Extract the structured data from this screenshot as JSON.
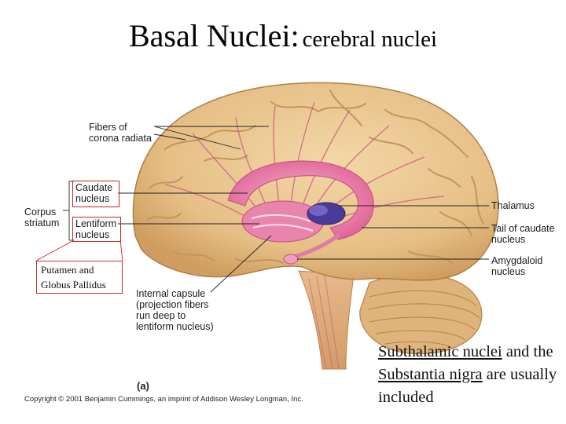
{
  "title": {
    "main": "Basal Nuclei:",
    "sub": "cerebral nuclei"
  },
  "labels": {
    "fibers_line1": "Fibers of",
    "fibers_line2": "corona radiata",
    "caudate_line1": "Caudate",
    "caudate_line2": "nucleus",
    "corpus_line1": "Corpus",
    "corpus_line2": "striatum",
    "lentiform_line1": "Lentiform",
    "lentiform_line2": "nucleus",
    "thalamus": "Thalamus",
    "tail_line1": "Tail of caudate",
    "tail_line2": "nucleus",
    "amygdaloid_line1": "Amygdaloid",
    "amygdaloid_line2": "nucleus",
    "internal_line1": "Internal capsule",
    "internal_line2": "(projection fibers",
    "internal_line3": "run deep to",
    "internal_line4": "lentiform nucleus)",
    "figure": "(a)"
  },
  "putamen_box": {
    "line1": "Putamen and",
    "line2": "Globus Pallidus"
  },
  "note": {
    "part1": "Subthalamic nuclei",
    "part2": " and the ",
    "part3": "Substantia nigra",
    "part4": " are usually included"
  },
  "copyright": "Copyright © 2001 Benjamin Cummings, an imprint of Addison Wesley Longman, Inc.",
  "colors": {
    "brain": "#e8c48e",
    "brain_fold": "#c99a5e",
    "basal": "#e57fa8",
    "thalamus": "#4a3a9a",
    "box_border": "#cc2222"
  }
}
